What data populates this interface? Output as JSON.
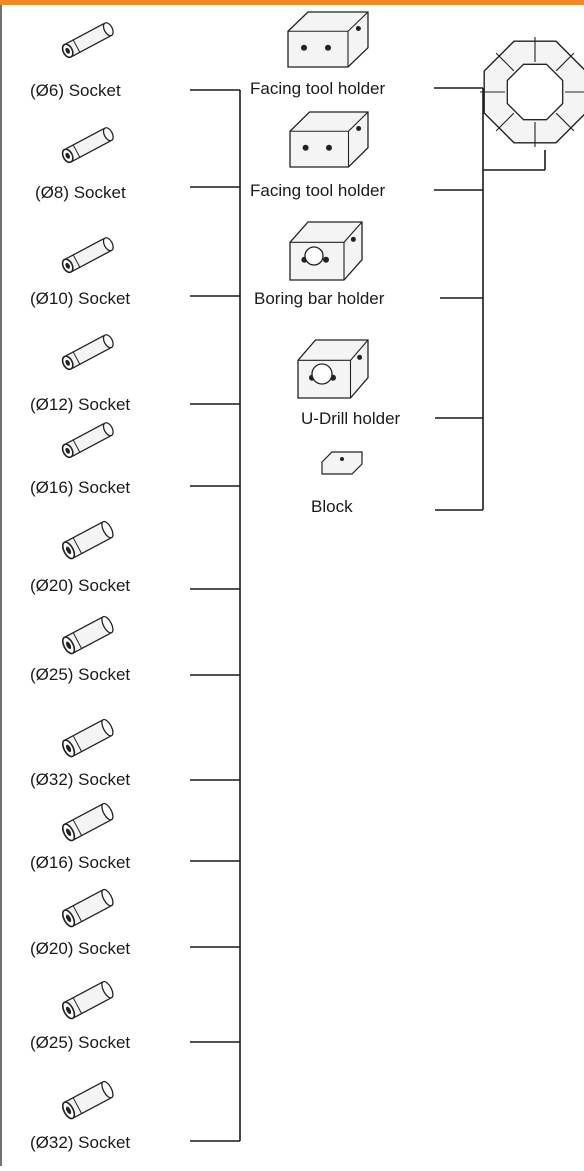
{
  "colors": {
    "accent_bar": "#f08a24",
    "line": "#1a1a1a",
    "part_fill": "#f4f4f4",
    "part_stroke": "#222222"
  },
  "sockets": [
    {
      "label": "(Ø6) Socket"
    },
    {
      "label": "(Ø8) Socket"
    },
    {
      "label": "(Ø10) Socket"
    },
    {
      "label": "(Ø12) Socket"
    },
    {
      "label": "(Ø16) Socket"
    },
    {
      "label": "(Ø20) Socket"
    },
    {
      "label": "(Ø25) Socket"
    },
    {
      "label": "(Ø32) Socket"
    },
    {
      "label": "(Ø16) Socket"
    },
    {
      "label": "(Ø20) Socket"
    },
    {
      "label": "(Ø25) Socket"
    },
    {
      "label": "(Ø32) Socket"
    }
  ],
  "holders": [
    {
      "label": "Facing tool holder",
      "icon": "facing-tool-holder-icon"
    },
    {
      "label": "Facing tool holder",
      "icon": "facing-tool-holder-icon"
    },
    {
      "label": "Boring bar holder",
      "icon": "boring-bar-holder-icon"
    },
    {
      "label": "U-Drill holder",
      "icon": "u-drill-holder-icon"
    },
    {
      "label": "Block",
      "icon": "block-icon"
    }
  ],
  "turret": {
    "icon": "turret-icon"
  }
}
